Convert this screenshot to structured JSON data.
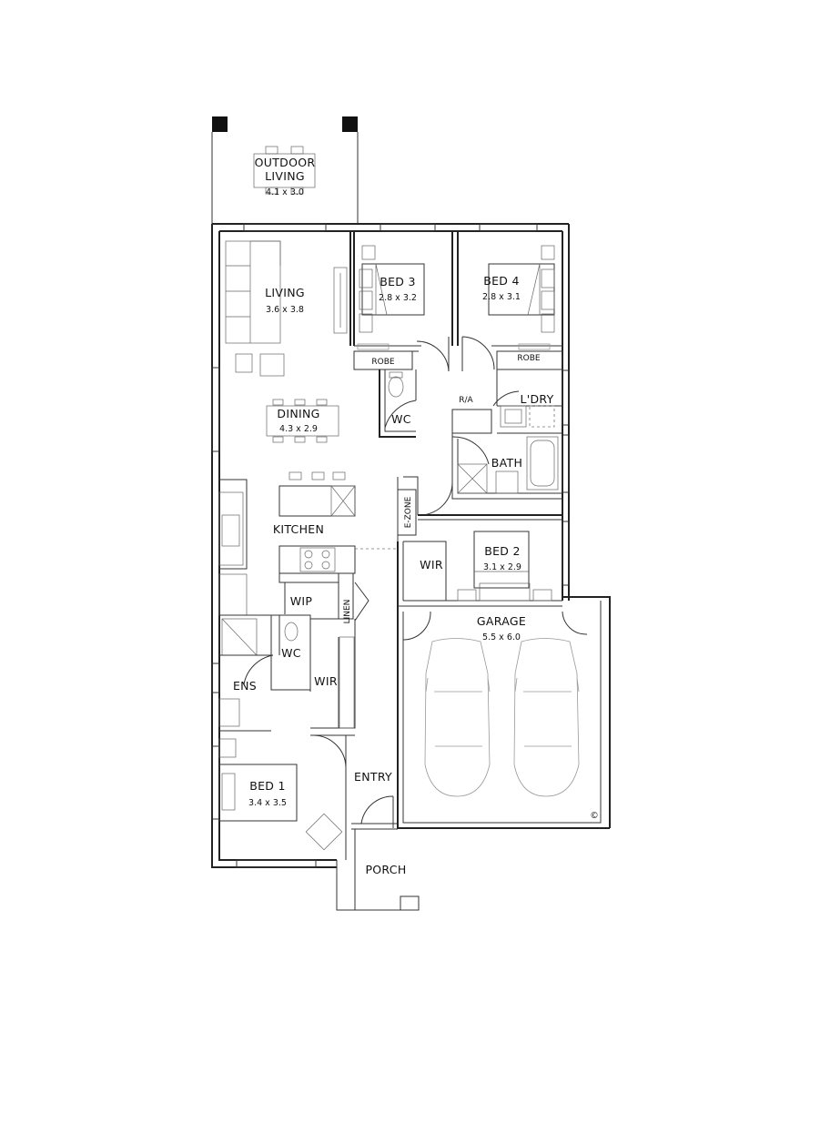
{
  "plan": {
    "rooms": {
      "outdoor_living": {
        "name_line1": "OUTDOOR",
        "name_line2": "LIVING",
        "size": "4.1 x 3.0"
      },
      "living": {
        "name": "LIVING",
        "size": "3.6 x 3.8"
      },
      "dining": {
        "name": "DINING",
        "size": "4.3 x 2.9"
      },
      "kitchen": {
        "name": "KITCHEN"
      },
      "bed3": {
        "name": "BED 3",
        "size": "2.8 x 3.2"
      },
      "bed4": {
        "name": "BED 4",
        "size": "2.8 x 3.1"
      },
      "robe3": {
        "name": "ROBE"
      },
      "robe4": {
        "name": "ROBE"
      },
      "wc_upper": {
        "name": "WC"
      },
      "ra": {
        "name": "R/A"
      },
      "laundry": {
        "name": "L'DRY"
      },
      "bath": {
        "name": "BATH"
      },
      "ezone": {
        "name": "E-ZONE"
      },
      "bed2": {
        "name": "BED 2",
        "size": "3.1 x 2.9"
      },
      "wir_bed2": {
        "name": "WIR"
      },
      "wip": {
        "name": "WIP"
      },
      "linen": {
        "name": "LINEN"
      },
      "wc_ensuite": {
        "name": "WC"
      },
      "ens": {
        "name": "ENS"
      },
      "wir_bed1": {
        "name": "WIR"
      },
      "garage": {
        "name": "GARAGE",
        "size": "5.5 x 6.0"
      },
      "entry": {
        "name": "ENTRY"
      },
      "bed1": {
        "name": "BED 1",
        "size": "3.4 x 3.5"
      },
      "porch": {
        "name": "PORCH"
      }
    },
    "copyright_symbol": "©"
  }
}
